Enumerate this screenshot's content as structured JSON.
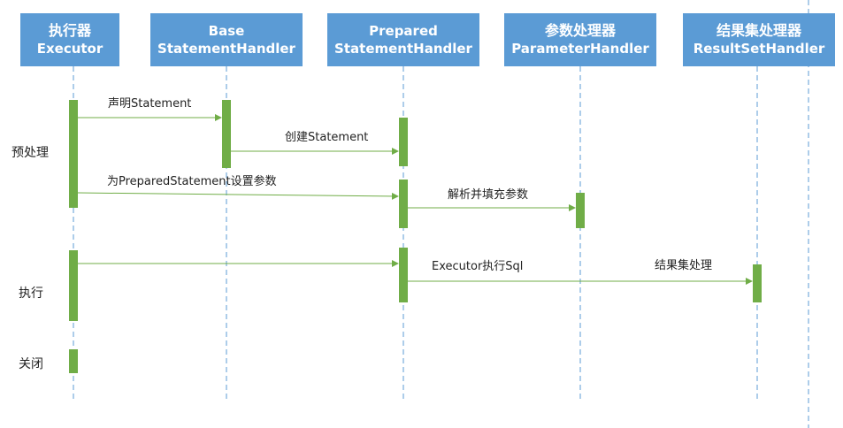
{
  "participants": [
    {
      "id": "executor",
      "line1": "执行器",
      "line2": "Executor"
    },
    {
      "id": "base",
      "line1": "Base",
      "line2": "StatementHandler"
    },
    {
      "id": "prepared",
      "line1": "Prepared",
      "line2": "StatementHandler"
    },
    {
      "id": "param",
      "line1": "参数处理器",
      "line2": "ParameterHandler"
    },
    {
      "id": "result",
      "line1": "结果集处理器",
      "line2": "ResultSetHandler"
    }
  ],
  "phases": {
    "preprocess": "预处理",
    "execute": "执行",
    "close": "关闭"
  },
  "messages": {
    "declare_statement": "声明Statement",
    "create_statement": "创建Statement",
    "set_params": "为PreparedStatement设置参数",
    "parse_fill_params": "解析并填充参数",
    "executor_exec_sql": "Executor执行Sql",
    "result_processing": "结果集处理"
  },
  "colors": {
    "header": "#5b9bd5",
    "activation": "#70ad47",
    "lifeline": "#5b9bd5",
    "arrow": "#70ad47"
  }
}
